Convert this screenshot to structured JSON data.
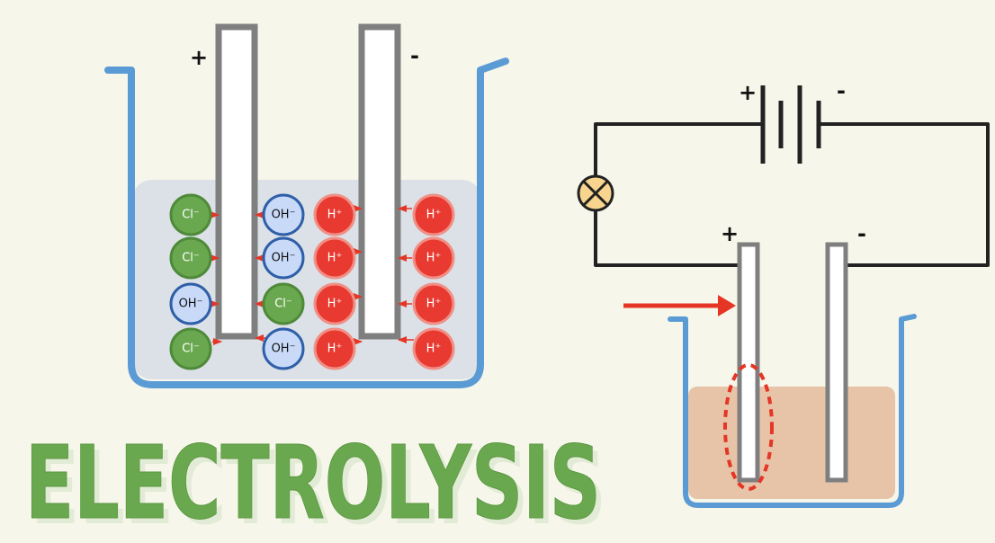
{
  "colors": {
    "background": "#f6f6ea",
    "beaker": "#5b9bd5",
    "electrolyte_left": "#dbe1e6",
    "electrolyte_right": "#e7c4a8",
    "electrode_fill": "#ffffff",
    "electrode_border": "#7f7f7f",
    "ion_green": "#6aa84f",
    "ion_blue": "#c9daf8",
    "ion_red": "#e83a30",
    "arrow_red": "#e53525",
    "lamp": "#f7d58e",
    "title_fill": "#6aa84f",
    "title_shadow": "#e2ebd5"
  },
  "left_cell": {
    "anode_sign": "+",
    "cathode_sign": "-",
    "ions": [
      {
        "label": "Cl⁻",
        "kind": "green"
      },
      {
        "label": "Cl⁻",
        "kind": "green"
      },
      {
        "label": "OH⁻",
        "kind": "blue"
      },
      {
        "label": "Cl⁻",
        "kind": "green"
      },
      {
        "label": "OH⁻",
        "kind": "blue"
      },
      {
        "label": "OH⁻",
        "kind": "blue"
      },
      {
        "label": "Cl⁻",
        "kind": "green"
      },
      {
        "label": "OH⁻",
        "kind": "blue"
      },
      {
        "label": "H⁺",
        "kind": "red"
      },
      {
        "label": "H⁺",
        "kind": "red"
      },
      {
        "label": "H⁺",
        "kind": "red"
      },
      {
        "label": "H⁺",
        "kind": "red"
      },
      {
        "label": "H⁺",
        "kind": "red"
      },
      {
        "label": "H⁺",
        "kind": "red"
      },
      {
        "label": "H⁺",
        "kind": "red"
      },
      {
        "label": "H⁺",
        "kind": "red"
      }
    ]
  },
  "right_cell": {
    "battery_plus": "+",
    "battery_minus": "-",
    "anode_sign": "+",
    "cathode_sign": "-"
  },
  "title": "ELECTROLYSIS"
}
